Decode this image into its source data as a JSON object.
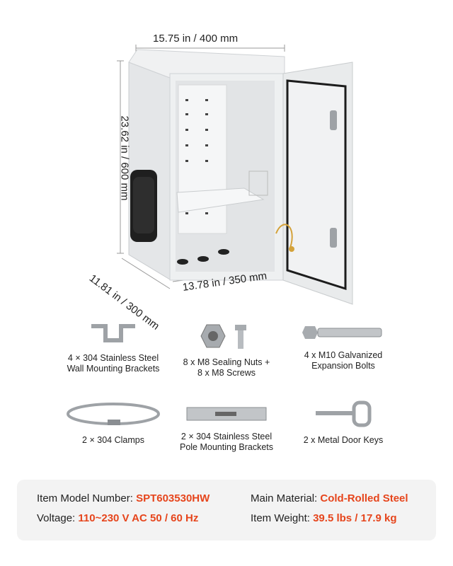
{
  "dimensions": {
    "width": "15.75 in / 400 mm",
    "height": "23.62 in / 600 mm",
    "depth": "11.81 in / 300 mm",
    "bottom_width": "13.78 in / 350 mm"
  },
  "accessories": [
    {
      "icon": "wall-bracket-icon",
      "line1": "4 × 304 Stainless Steel",
      "line2": "Wall Mounting Brackets"
    },
    {
      "icon": "nut-screw-icon",
      "line1": "8 x M8 Sealing Nuts +",
      "line2": "8 x M8 Screws"
    },
    {
      "icon": "expansion-bolt-icon",
      "line1": "4 x M10 Galvanized",
      "line2": "Expansion Bolts"
    },
    {
      "icon": "clamp-icon",
      "line1": "2 × 304 Clamps",
      "line2": ""
    },
    {
      "icon": "pole-bracket-icon",
      "line1": "2 × 304 Stainless Steel",
      "line2": "Pole Mounting Brackets"
    },
    {
      "icon": "door-key-icon",
      "line1": "2 x Metal Door Keys",
      "line2": ""
    }
  ],
  "specs": {
    "model_label": "Item Model Number:",
    "model_value": "SPT603530HW",
    "voltage_label": "Voltage:",
    "voltage_value": "110~230 V AC 50 / 60 Hz",
    "material_label": "Main Material:",
    "material_value": "Cold-Rolled Steel",
    "weight_label": "Item Weight:",
    "weight_value": "39.5 lbs / 17.9 kg"
  },
  "colors": {
    "accent": "#e6451c",
    "panel": "#f3f3f3"
  }
}
